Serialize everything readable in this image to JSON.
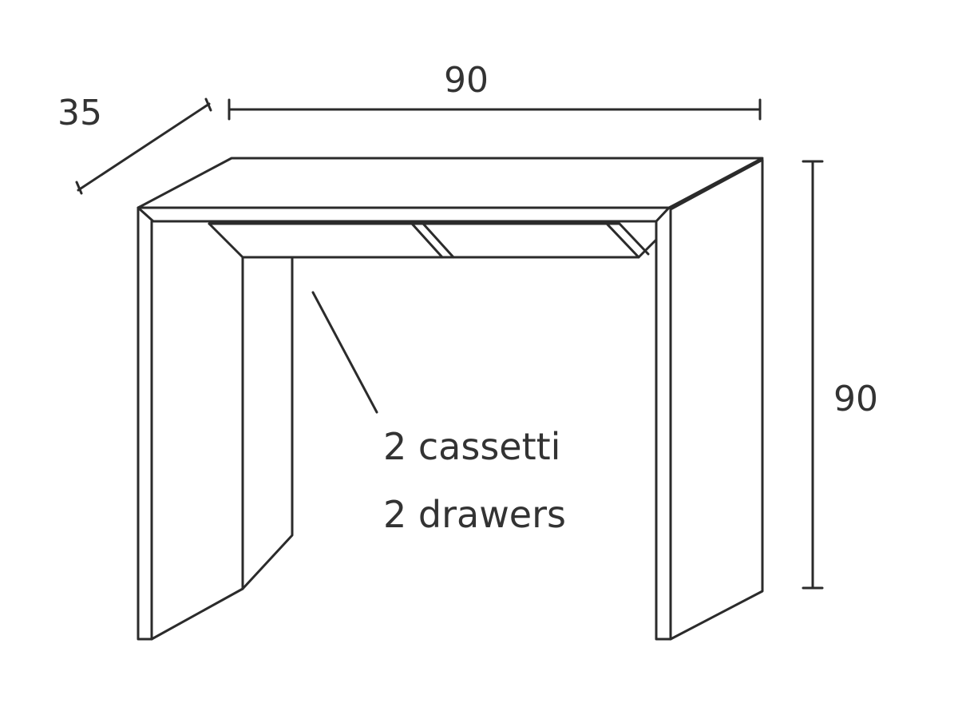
{
  "dimensions": {
    "depth": "35",
    "width": "90",
    "height": "90"
  },
  "annotation": {
    "line1": "2 cassetti",
    "line2": "2 drawers"
  }
}
